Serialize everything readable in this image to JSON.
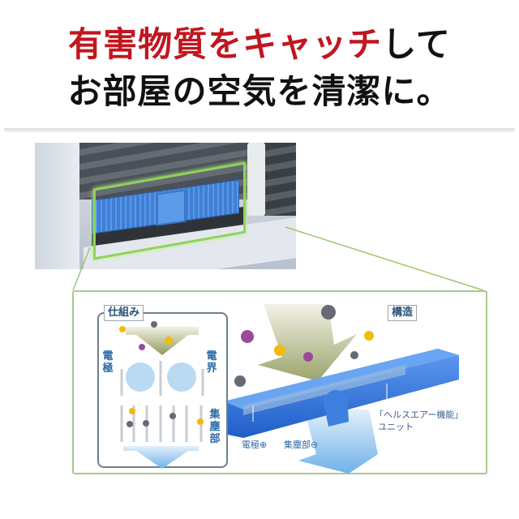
{
  "headline": {
    "line1_red": "有害物質をキャッチ",
    "line1_black": "して",
    "line2": "お部屋の空気を清潔に。",
    "accent_color": "#c0171f"
  },
  "photo": {
    "description": "air-conditioner-filter-unit-photo",
    "highlight_color": "#8fd35a"
  },
  "diagram": {
    "mechanism_tag": "仕組み",
    "structure_tag": "構造",
    "mechanism_labels": {
      "electrode": "電極",
      "field": "電界",
      "collector": "集塵部"
    },
    "structure_labels": {
      "electrode_plus": "電極⊕",
      "collector_minus": "集塵部⊖",
      "unit_line1": "「ヘルスエアー機能」",
      "unit_line2": "ユニット"
    },
    "frame_color": "#a9c98a",
    "unit_color": "#2f6fd8"
  }
}
